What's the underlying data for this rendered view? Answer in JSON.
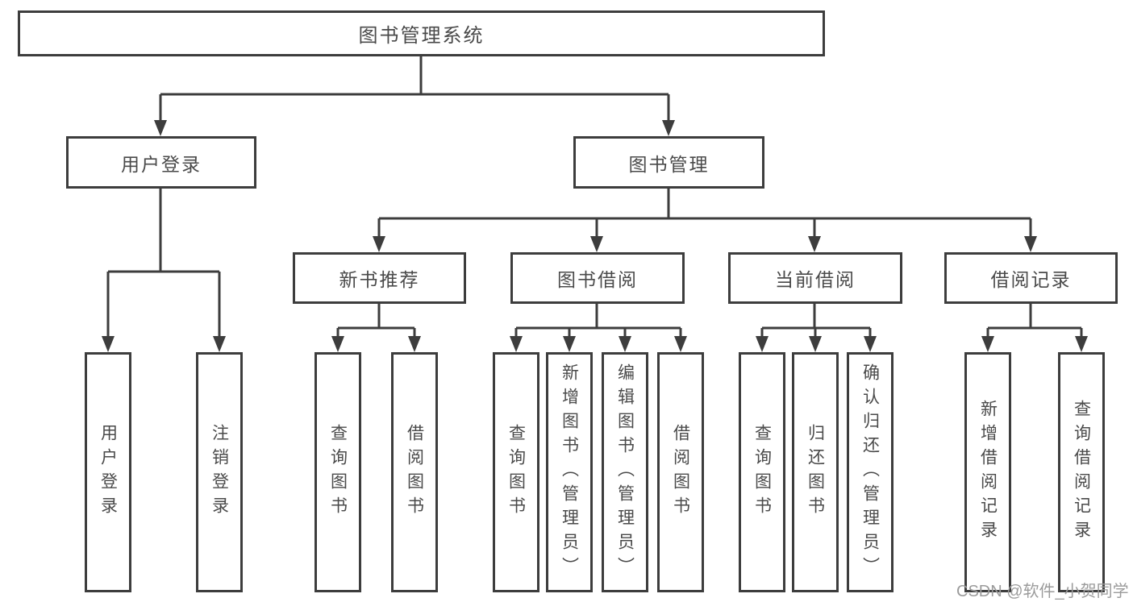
{
  "tree": {
    "label": "图书管理系统",
    "children": [
      {
        "label": "用户登录",
        "children": [
          {
            "label": "用户登录"
          },
          {
            "label": "注销登录"
          }
        ]
      },
      {
        "label": "图书管理",
        "children": [
          {
            "label": "新书推荐",
            "children": [
              {
                "label": "查询图书"
              },
              {
                "label": "借阅图书"
              }
            ]
          },
          {
            "label": "图书借阅",
            "children": [
              {
                "label": "查询图书"
              },
              {
                "label": "新增图书（管理员）"
              },
              {
                "label": "编辑图书（管理员）"
              },
              {
                "label": "借阅图书"
              }
            ]
          },
          {
            "label": "当前借阅",
            "children": [
              {
                "label": "查询图书"
              },
              {
                "label": "归还图书"
              },
              {
                "label": "确认归还（管理员）"
              }
            ]
          },
          {
            "label": "借阅记录",
            "children": [
              {
                "label": "新增借阅记录"
              },
              {
                "label": "查询借阅记录"
              }
            ]
          }
        ]
      }
    ]
  },
  "watermark": "CSDN @软件_小贺同学",
  "colors": {
    "line": "#3d3d3d",
    "text": "#4a4a4a",
    "watermark": "#9b9b9b",
    "background": "#ffffff"
  }
}
